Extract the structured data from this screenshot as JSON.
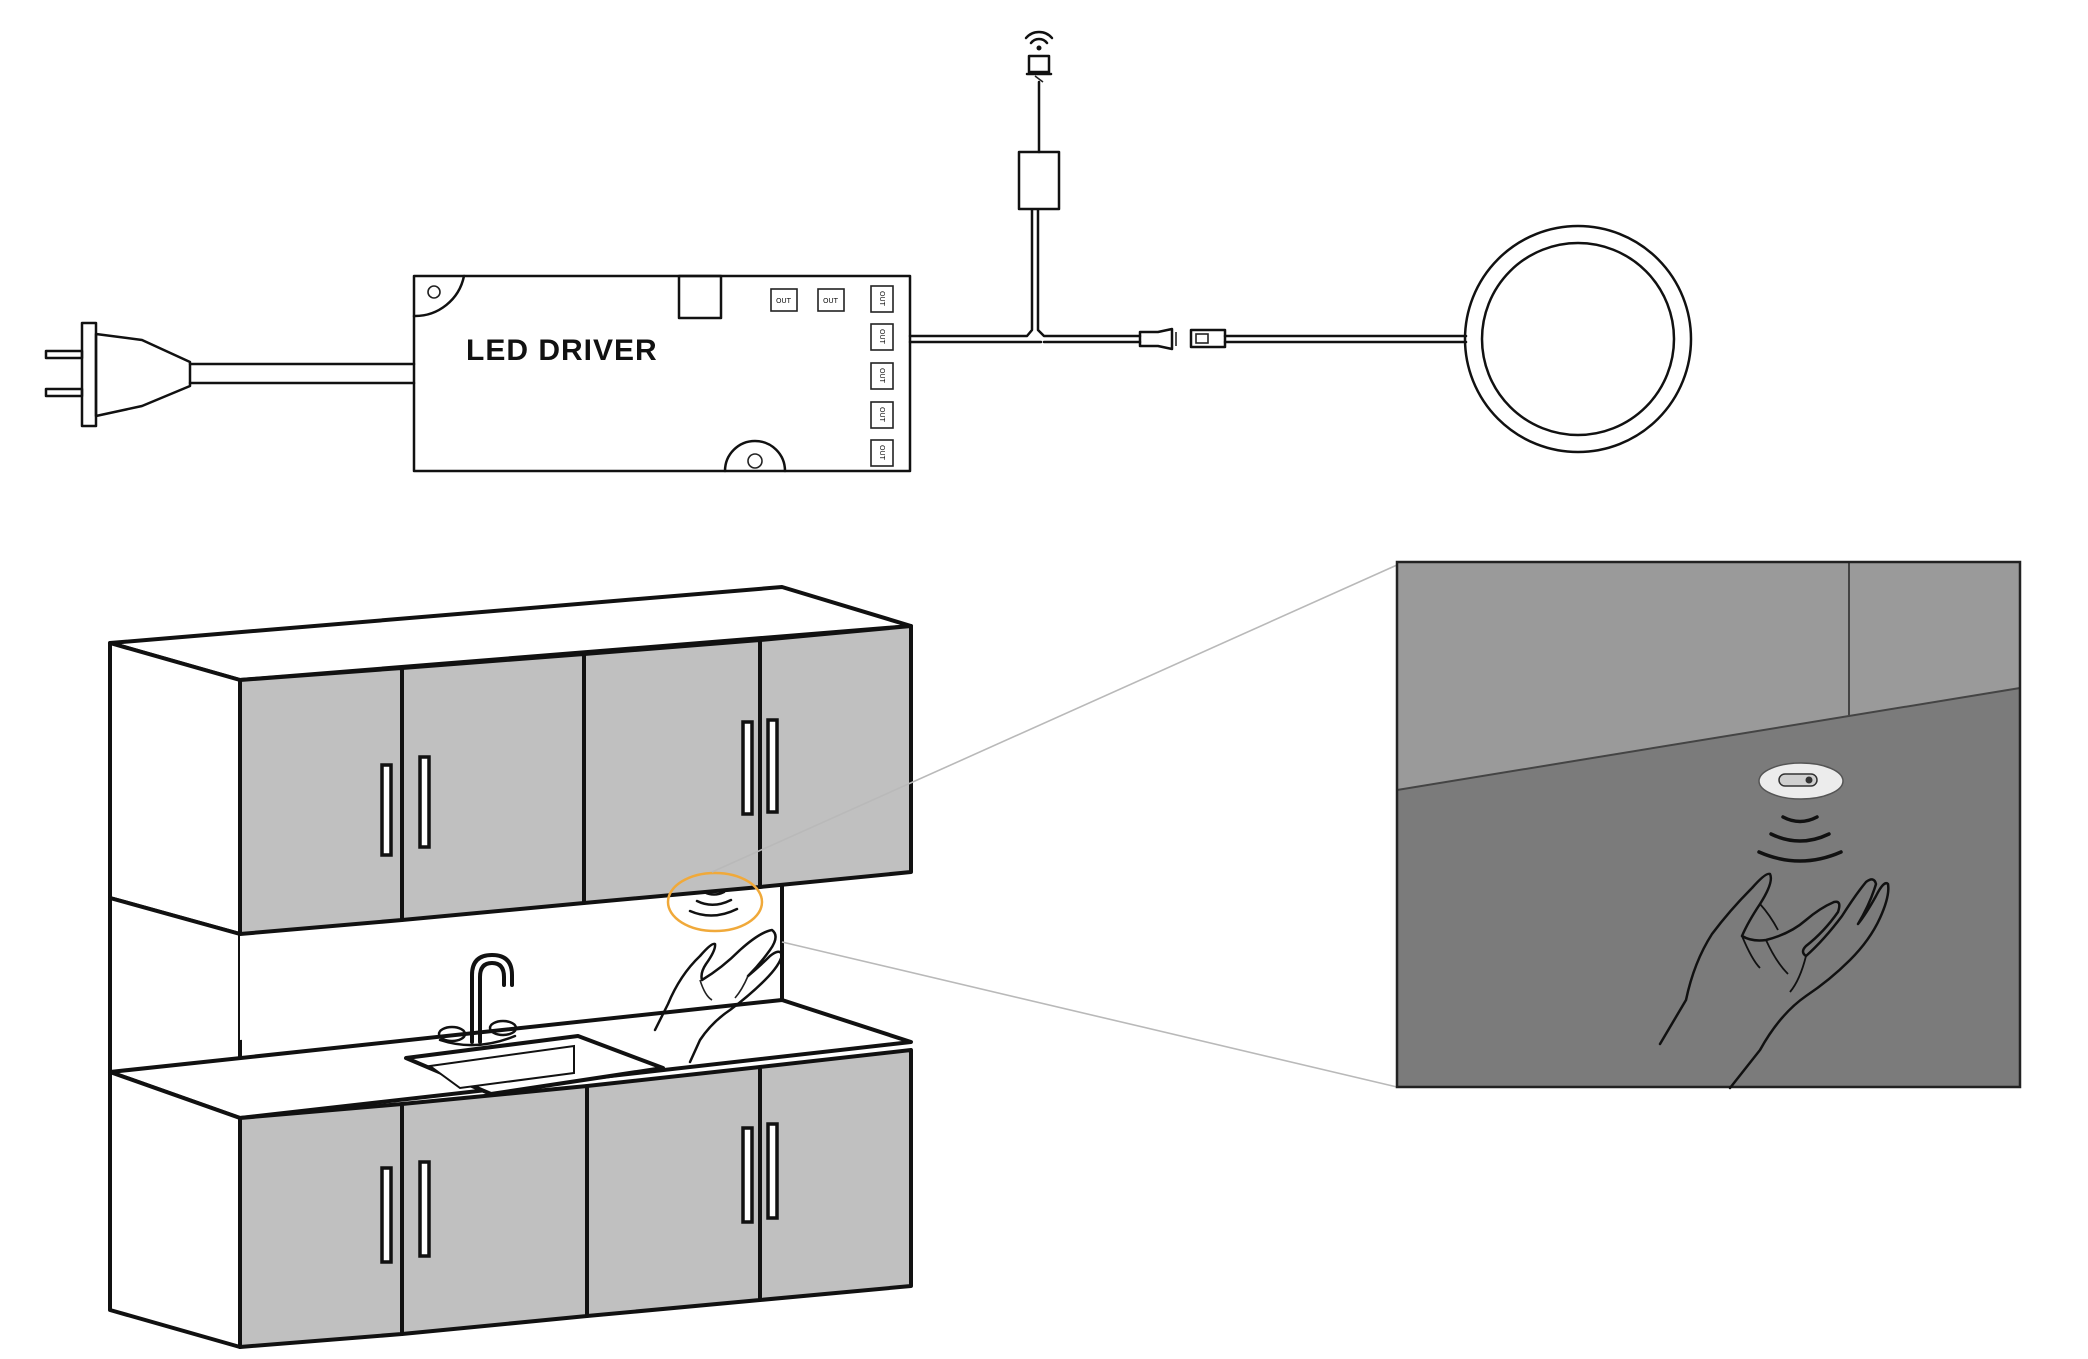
{
  "driver": {
    "label": "LED DRIVER",
    "ports_top": [
      "OUT",
      "OUT"
    ],
    "ports_side": [
      "OUT",
      "OUT",
      "OUT",
      "OUT",
      "OUT"
    ]
  },
  "colors": {
    "door": "#c0c0c0",
    "zoom_wall": "#9a9a9a",
    "zoom_ceiling": "#7b7b7b",
    "sensor_highlight": "#f0a93a"
  },
  "icons": [
    "plug-icon",
    "wireless-sensor-icon",
    "round-light-icon",
    "hand-icon",
    "sensor-wave-icon",
    "faucet-icon"
  ]
}
